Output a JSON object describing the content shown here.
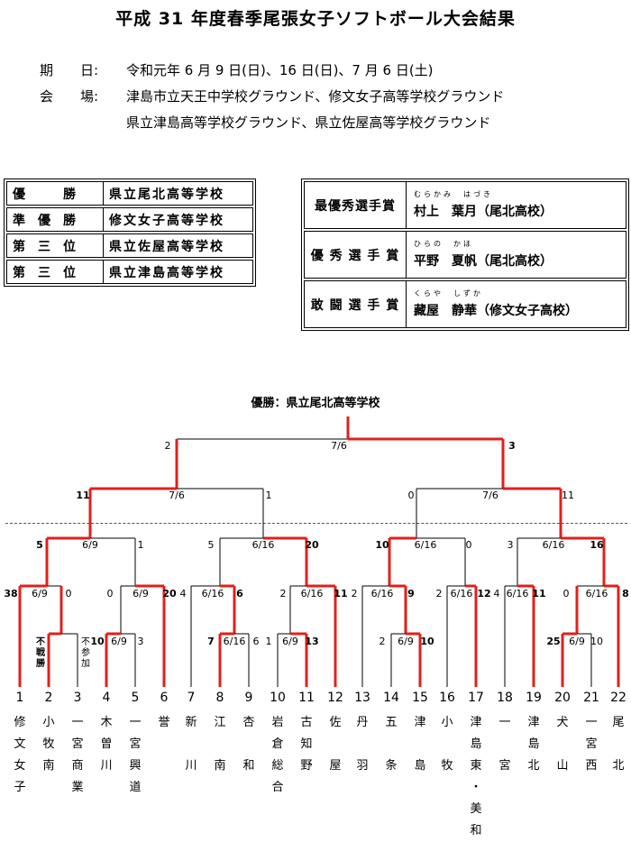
{
  "title": "平成 31 年度春季尾張女子ソフトボール大会結果",
  "info": {
    "date_label": "期　　日:",
    "date_value": "令和元年 6 月 9 日(日)、16 日(日)、7 月 6 日(土)",
    "venue_label": "会　　場:",
    "venue_line1": "津島市立天王中学校グラウンド、修文女子高等学校グラウンド",
    "venue_line2": "県立津島高等学校グラウンド、県立佐屋高等学校グラウンド"
  },
  "results": [
    {
      "label": "優　　　勝",
      "school": "県立尾北高等学校"
    },
    {
      "label": "準　優　勝",
      "school": "修文女子高等学校"
    },
    {
      "label": "第　三　位",
      "school": "県立佐屋高等学校"
    },
    {
      "label": "第　三　位",
      "school": "県立津島高等学校"
    }
  ],
  "player_awards": [
    {
      "award": "最優秀選手賞",
      "ruby": "むらかみ　はづき",
      "name": "村上　葉月（尾北高校）"
    },
    {
      "award": "優 秀 選 手 賞",
      "ruby": "ひらの　かほ",
      "name": "平野　夏帆（尾北高校）"
    },
    {
      "award": "敢 闘 選 手 賞",
      "ruby": "くらや　しずか",
      "name": "藏屋　静華（修文女子高校）"
    }
  ],
  "champion_line": "優勝：県立尾北高等学校",
  "teams": [
    {
      "num": "1",
      "name": "修文女子"
    },
    {
      "num": "2",
      "name": "小牧南"
    },
    {
      "num": "3",
      "name": "一宮商業"
    },
    {
      "num": "4",
      "name": "木曽川"
    },
    {
      "num": "5",
      "name": "一宮興道"
    },
    {
      "num": "6",
      "name": "誉"
    },
    {
      "num": "7",
      "name": "新　川"
    },
    {
      "num": "8",
      "name": "江　南"
    },
    {
      "num": "9",
      "name": "杏　和"
    },
    {
      "num": "10",
      "name": "岩倉総合"
    },
    {
      "num": "11",
      "name": "古知野"
    },
    {
      "num": "12",
      "name": "佐　屋"
    },
    {
      "num": "13",
      "name": "丹　羽"
    },
    {
      "num": "14",
      "name": "五　条"
    },
    {
      "num": "15",
      "name": "津　島"
    },
    {
      "num": "16",
      "name": "小　牧"
    },
    {
      "num": "17",
      "name": "津島東・美和"
    },
    {
      "num": "18",
      "name": "一　宮"
    },
    {
      "num": "19",
      "name": "津島北"
    },
    {
      "num": "20",
      "name": "犬　山"
    },
    {
      "num": "21",
      "name": "一宮西"
    },
    {
      "num": "22",
      "name": "尾　北"
    }
  ],
  "bracket_text": {
    "forfeit_win": "不戦勝",
    "no_entry": "不参加"
  },
  "bracket_labels": [
    "2",
    "7/6",
    "3",
    "11",
    "7/6",
    "1",
    "0",
    "7/6",
    "11",
    "5",
    "6/9",
    "1",
    "5",
    "6/16",
    "20",
    "10",
    "6/16",
    "0",
    "3",
    "6/16",
    "16",
    "38",
    "6/9",
    "0",
    "0",
    "6/9",
    "20",
    "4",
    "6/16",
    "6",
    "2",
    "6/16",
    "11",
    "2",
    "6/16",
    "9",
    "2",
    "6/16",
    "12",
    "4",
    "6/16",
    "11",
    "0",
    "6/16",
    "8",
    "10",
    "6/9",
    "3",
    "7",
    "6/16",
    "6",
    "1",
    "6/9",
    "13",
    "2",
    "6/9",
    "10",
    "25",
    "6/9",
    "10"
  ]
}
